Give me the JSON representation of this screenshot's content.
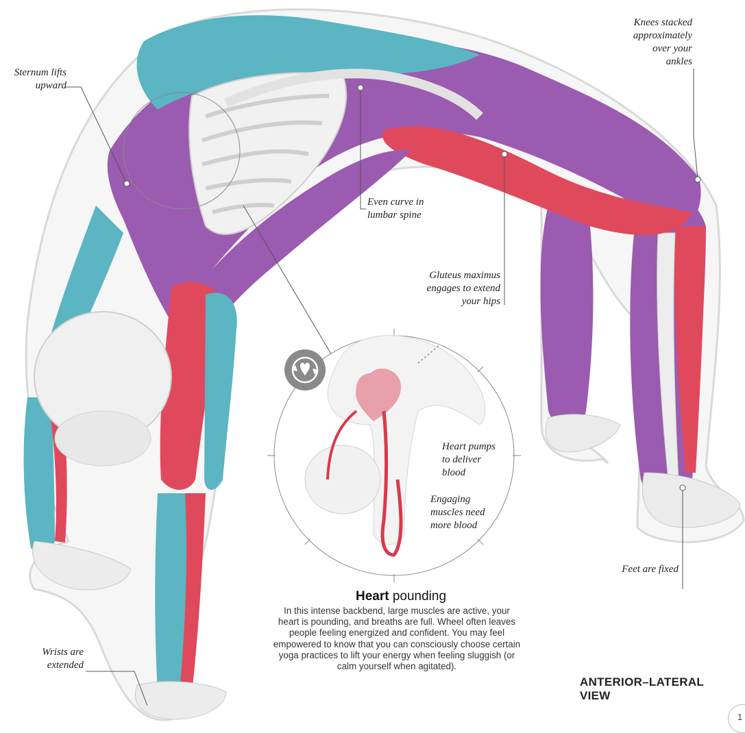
{
  "labels": {
    "sternum_lines": [
      "Sternum lifts",
      "upward"
    ],
    "knees_lines": [
      "Knees stacked",
      "approximately",
      "over your",
      "ankles"
    ],
    "lumbar_lines": [
      "Even curve in",
      "lumbar spine"
    ],
    "gluteus_lines": [
      "Gluteus maximus",
      "engages to extend",
      "your hips"
    ],
    "heart_pumps_lines": [
      "Heart pumps",
      "to deliver",
      "blood"
    ],
    "engaging_lines": [
      "Engaging",
      "muscles need",
      "more blood"
    ],
    "feet_lines": [
      "Feet are fixed"
    ],
    "wrists_lines": [
      "Wrists are",
      "extended"
    ]
  },
  "info": {
    "heading_bold": "Heart",
    "heading_rest": " pounding",
    "body": "In this intense backbend, large muscles are active, your heart is pounding, and breaths are full. Wheel often leaves people feeling energized and confident. You may feel empowered to know that you can consciously choose certain yoga practices to lift your energy when feeling sluggish (or calm yourself when agitated)."
  },
  "view_lines": [
    "ANTERIOR–LATERAL",
    "VIEW"
  ],
  "page_number": "1",
  "icons": [
    "heart-cycle-icon"
  ],
  "colors": {
    "muscle_purple": "#9b5bb0",
    "muscle_red": "#e0495c",
    "muscle_teal": "#5bb5c2",
    "bone": "#eeeeee",
    "outline": "#d9d9d9"
  }
}
